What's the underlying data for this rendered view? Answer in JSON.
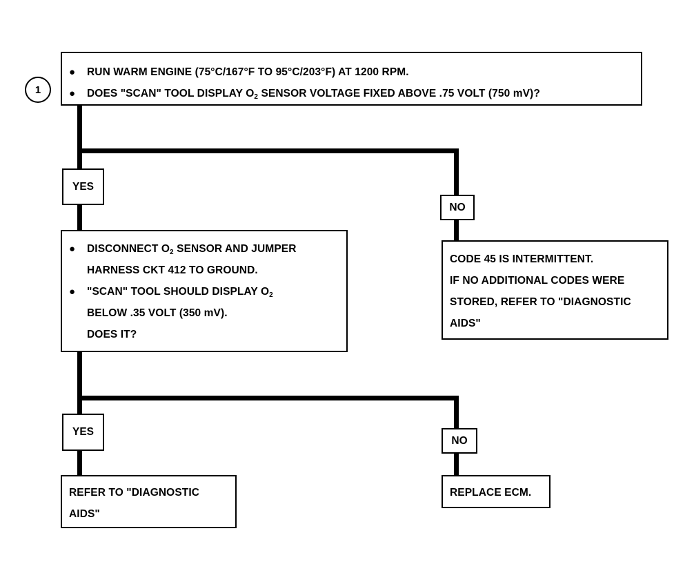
{
  "step_number": "1",
  "top_box": {
    "bullet": "●",
    "line1": "RUN WARM ENGINE (75°C/167°F TO 95°C/203°F) AT 1200 RPM.",
    "line2_a": "DOES \"SCAN\" TOOL DISPLAY O",
    "line2_sub": "2",
    "line2_b": " SENSOR VOLTAGE FIXED ABOVE .75 VOLT (750 mV)?"
  },
  "labels": {
    "yes": "YES",
    "no": "NO"
  },
  "middle_box": {
    "bullet": "●",
    "l1_a": "DISCONNECT O",
    "l1_sub": "2",
    "l1_b": " SENSOR AND JUMPER",
    "l2": "HARNESS CKT 412 TO GROUND.",
    "l3_a": "\"SCAN\" TOOL SHOULD DISPLAY O",
    "l3_sub": "2",
    "l4": "BELOW .35 VOLT (350 mV).",
    "l5": "DOES IT?"
  },
  "intermittent_box": {
    "l1": "CODE 45 IS INTERMITTENT.",
    "l2": "IF NO ADDITIONAL CODES WERE",
    "l3": "STORED, REFER TO \"DIAGNOSTIC",
    "l4": "AIDS\""
  },
  "refer_box": {
    "l1": "REFER TO \"DIAGNOSTIC",
    "l2": "AIDS\""
  },
  "replace_box": {
    "l1": "REPLACE ECM."
  }
}
